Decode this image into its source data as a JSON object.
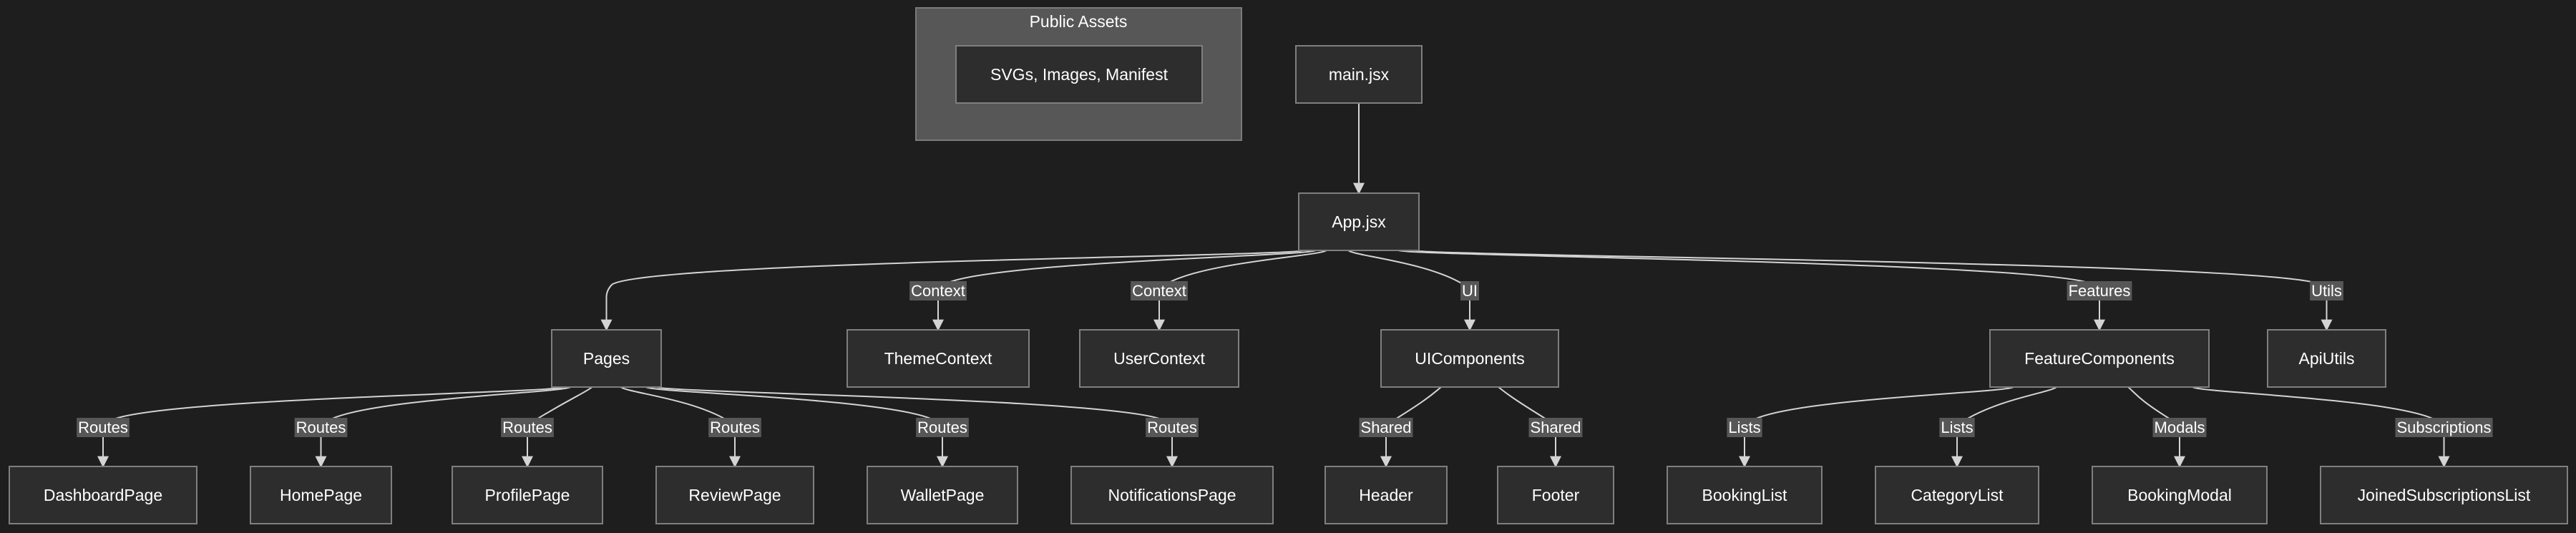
{
  "group": {
    "title": "Public Assets",
    "inner_label": "SVGs, Images, Manifest"
  },
  "nodes": {
    "main": "main.jsx",
    "app": "App.jsx",
    "pages": "Pages",
    "theme": "ThemeContext",
    "user": "UserContext",
    "ui": "UIComponents",
    "features": "FeatureComponents",
    "api": "ApiUtils",
    "dashboard": "DashboardPage",
    "home": "HomePage",
    "profile": "ProfilePage",
    "review": "ReviewPage",
    "wallet": "WalletPage",
    "notifications": "NotificationsPage",
    "header": "Header",
    "footer": "Footer",
    "bookinglist": "BookingList",
    "categorylist": "CategoryList",
    "bookingmodal": "BookingModal",
    "joinedsubs": "JoinedSubscriptionsList"
  },
  "edges": [
    {
      "from": "main",
      "to": "app",
      "label": ""
    },
    {
      "from": "app",
      "to": "pages",
      "label": ""
    },
    {
      "from": "app",
      "to": "theme",
      "label": "Context"
    },
    {
      "from": "app",
      "to": "user",
      "label": "Context"
    },
    {
      "from": "app",
      "to": "ui",
      "label": "UI"
    },
    {
      "from": "app",
      "to": "features",
      "label": "Features"
    },
    {
      "from": "app",
      "to": "api",
      "label": "Utils"
    },
    {
      "from": "pages",
      "to": "dashboard",
      "label": "Routes"
    },
    {
      "from": "pages",
      "to": "home",
      "label": "Routes"
    },
    {
      "from": "pages",
      "to": "profile",
      "label": "Routes"
    },
    {
      "from": "pages",
      "to": "review",
      "label": "Routes"
    },
    {
      "from": "pages",
      "to": "wallet",
      "label": "Routes"
    },
    {
      "from": "pages",
      "to": "notifications",
      "label": "Routes"
    },
    {
      "from": "ui",
      "to": "header",
      "label": "Shared"
    },
    {
      "from": "ui",
      "to": "footer",
      "label": "Shared"
    },
    {
      "from": "features",
      "to": "bookinglist",
      "label": "Lists"
    },
    {
      "from": "features",
      "to": "categorylist",
      "label": "Lists"
    },
    {
      "from": "features",
      "to": "bookingmodal",
      "label": "Modals"
    },
    {
      "from": "features",
      "to": "joinedsubs",
      "label": "Subscriptions"
    }
  ]
}
